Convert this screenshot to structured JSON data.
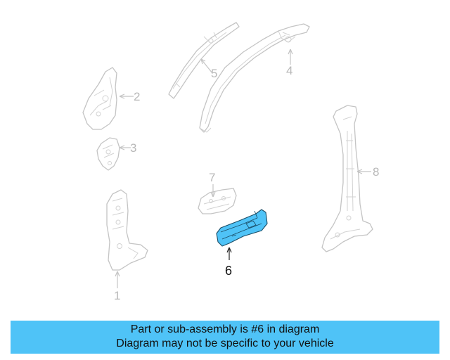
{
  "callouts": {
    "p1": "1",
    "p2": "2",
    "p3": "3",
    "p4": "4",
    "p5": "5",
    "p6": "6",
    "p7": "7",
    "p8": "8"
  },
  "highlight_part": "6",
  "colors": {
    "highlight": "#4fc3f7",
    "banner": "#4fc3f7",
    "part_line": "#c9c9c9",
    "callout_text": "#b8b8b8",
    "active_callout_text": "#111111"
  },
  "banner": {
    "line1": "Part or sub-assembly is #6 in diagram",
    "line2": "Diagram may not be specific to your vehicle"
  }
}
